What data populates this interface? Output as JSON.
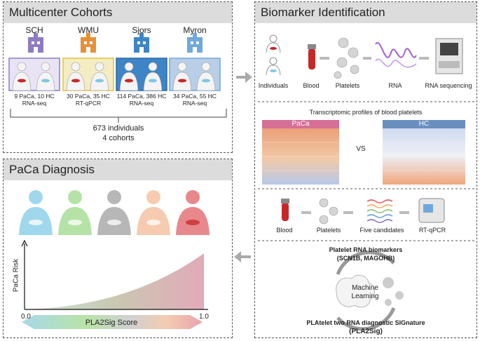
{
  "cohorts_panel": {
    "title": "Multicenter Cohorts",
    "cohorts": [
      {
        "name": "SCH",
        "line1": "9 PaCa, 10 HC",
        "line2": "RNA-seq",
        "color": "#8e7cc3"
      },
      {
        "name": "WMU",
        "line1": "30 PaCa, 35 HC",
        "line2": "RT-qPCR",
        "color": "#e69138"
      },
      {
        "name": "Sjors",
        "line1": "114 PaCa, 386 HC",
        "line2": "RNA-seq",
        "color": "#3d85c6"
      },
      {
        "name": "Myron",
        "line1": "34 PaCa, 55 HC",
        "line2": "RNA-seq",
        "color": "#6fa8dc"
      }
    ],
    "total_line1": "673 individuals",
    "total_line2": "4 cohorts"
  },
  "biomarker_panel": {
    "title": "Biomarker Identification",
    "step_labels": [
      "Individuals",
      "Blood",
      "Platelets",
      "RNA",
      "RNA sequencing"
    ],
    "profiles_title": "Transcriptomic profiles of blood platelets",
    "heatmap_left_label": "PaCa",
    "heatmap_right_label": "HC",
    "vs_label": "VS",
    "validation_labels": [
      "Blood",
      "Platelets",
      "Five candidates",
      "RT-qPCR"
    ],
    "markers_title": "Platelet RNA biomarkers",
    "markers_genes": "(SCN1B, MAGOHB)",
    "ml_line1": "Machine",
    "ml_line2": "Learning",
    "signature_line1": "PLAtelet two RNA diagnostic SIGnature",
    "signature_line2": "(PLA2Sig)"
  },
  "diagnosis_panel": {
    "title": "PaCa Diagnosis",
    "y_axis_label": "PaCa Risk",
    "x_min_label": "0.0",
    "x_max_label": "1.0",
    "score_label": "PLA2Sig Score",
    "figure_colors": [
      "#9fd8ec",
      "#b5e3a7",
      "#b7b7b7",
      "#f6cbb0",
      "#e8888c"
    ]
  }
}
